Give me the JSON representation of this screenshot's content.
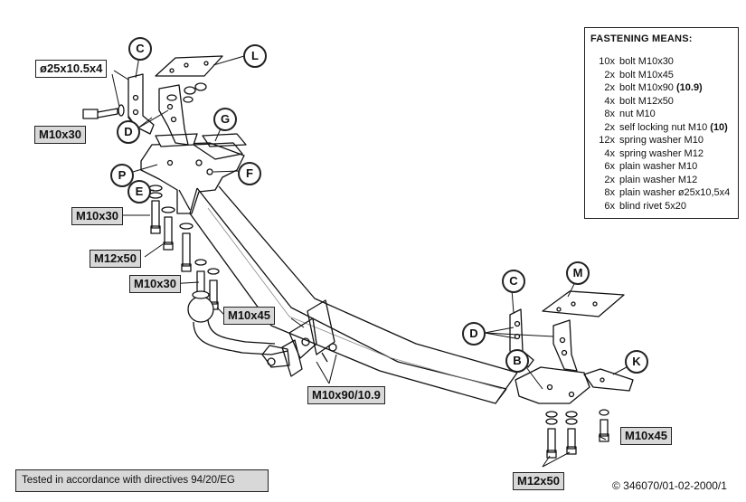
{
  "callouts": {
    "C1": "C",
    "L": "L",
    "D1": "D",
    "G": "G",
    "P": "P",
    "F": "F",
    "E": "E",
    "C2": "C",
    "M": "M",
    "D2": "D",
    "B": "B",
    "K": "K"
  },
  "bolt_labels": {
    "washer_dim": "ø25x10.5x4",
    "m10x30_a": "M10x30",
    "m10x30_b": "M10x30",
    "m12x50_a": "M12x50",
    "m10x30_c": "M10x30",
    "m10x45_a": "M10x45",
    "m10x90": "M10x90/10.9",
    "m10x45_b": "M10x45",
    "m12x50_b": "M12x50"
  },
  "fastening_means": {
    "title": "FASTENING MEANS:",
    "items": [
      {
        "qty": "10x",
        "desc": "bolt M10x30",
        "bold": ""
      },
      {
        "qty": "2x",
        "desc": "bolt M10x45",
        "bold": ""
      },
      {
        "qty": "2x",
        "desc": "bolt M10x90 ",
        "bold": "(10.9)"
      },
      {
        "qty": "4x",
        "desc": "bolt M12x50",
        "bold": ""
      },
      {
        "qty": "8x",
        "desc": "nut M10",
        "bold": ""
      },
      {
        "qty": "2x",
        "desc": "self locking nut M10 ",
        "bold": "(10)"
      },
      {
        "qty": "12x",
        "desc": "spring washer M10",
        "bold": ""
      },
      {
        "qty": "4x",
        "desc": "spring washer M12",
        "bold": ""
      },
      {
        "qty": "6x",
        "desc": "plain washer M10",
        "bold": ""
      },
      {
        "qty": "2x",
        "desc": "plain washer M12",
        "bold": ""
      },
      {
        "qty": "8x",
        "desc": "plain washer ø25x10,5x4",
        "bold": ""
      },
      {
        "qty": "6x",
        "desc": "blind rivet 5x20",
        "bold": ""
      }
    ]
  },
  "footer": {
    "tested": "Tested in accordance with directives 94/20/EG",
    "copyright": "© 346070/01-02-2000/1"
  }
}
